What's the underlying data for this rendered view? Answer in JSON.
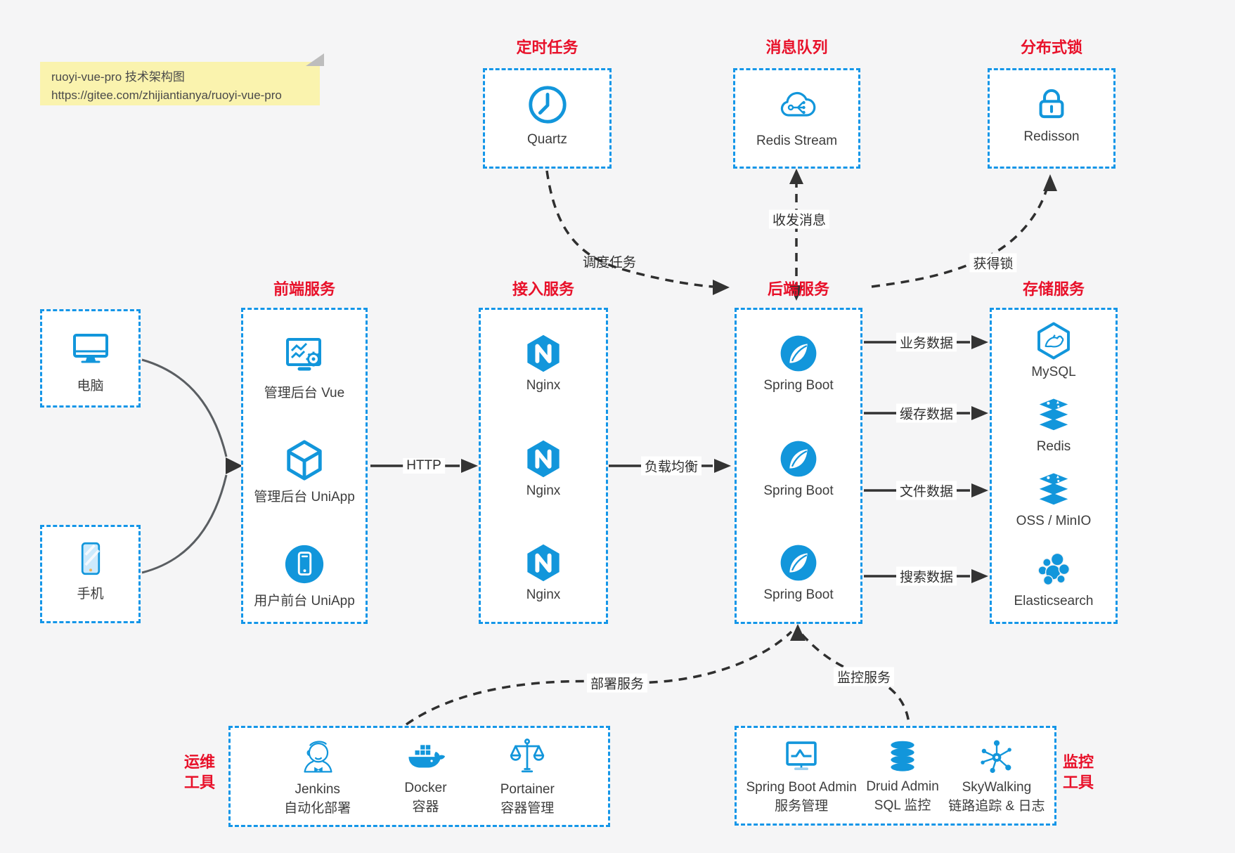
{
  "colors": {
    "accent_blue": "#1296db",
    "border_blue": "#1496e8",
    "title_red": "#e8112a",
    "line_dark": "#333333",
    "note_bg": "#faf3ae",
    "canvas_bg": "#f5f5f6"
  },
  "note": {
    "line1": "ruoyi-vue-pro 技术架构图",
    "line2": "https://gitee.com/zhijiantianya/ruoyi-vue-pro"
  },
  "top_groups": [
    {
      "title": "定时任务",
      "items": [
        {
          "label": "Quartz",
          "icon": "clock-icon"
        }
      ]
    },
    {
      "title": "消息队列",
      "items": [
        {
          "label": "Redis Stream",
          "icon": "cloud-share-icon"
        }
      ]
    },
    {
      "title": "分布式锁",
      "items": [
        {
          "label": "Redisson",
          "icon": "lock-icon"
        }
      ]
    }
  ],
  "clients": {
    "items": [
      {
        "label": "电脑",
        "icon": "desktop-icon"
      },
      {
        "label": "手机",
        "icon": "phone-icon"
      }
    ]
  },
  "main_groups": [
    {
      "title": "前端服务",
      "items": [
        {
          "label": "管理后台 Vue",
          "icon": "admin-vue-icon"
        },
        {
          "label": "管理后台 UniApp",
          "icon": "cube-icon"
        },
        {
          "label": "用户前台 UniApp",
          "icon": "mobile-app-icon"
        }
      ]
    },
    {
      "title": "接入服务",
      "items": [
        {
          "label": "Nginx",
          "icon": "nginx-icon"
        },
        {
          "label": "Nginx",
          "icon": "nginx-icon"
        },
        {
          "label": "Nginx",
          "icon": "nginx-icon"
        }
      ]
    },
    {
      "title": "后端服务",
      "items": [
        {
          "label": "Spring Boot",
          "icon": "spring-boot-icon"
        },
        {
          "label": "Spring Boot",
          "icon": "spring-boot-icon"
        },
        {
          "label": "Spring Boot",
          "icon": "spring-boot-icon"
        }
      ]
    },
    {
      "title": "存储服务",
      "items": [
        {
          "label": "MySQL",
          "icon": "mysql-icon"
        },
        {
          "label": "Redis",
          "icon": "redis-stack-icon"
        },
        {
          "label": "OSS / MinIO",
          "icon": "storage-stack-icon"
        },
        {
          "label": "Elasticsearch",
          "icon": "elasticsearch-icon"
        }
      ]
    }
  ],
  "bottom_groups": [
    {
      "title_line1": "运维",
      "title_line2": "工具",
      "items": [
        {
          "label": "Jenkins",
          "sublabel": "自动化部署",
          "icon": "jenkins-icon"
        },
        {
          "label": "Docker",
          "sublabel": "容器",
          "icon": "docker-icon"
        },
        {
          "label": "Portainer",
          "sublabel": "容器管理",
          "icon": "portainer-icon"
        }
      ]
    },
    {
      "title_line1": "监控",
      "title_line2": "工具",
      "items": [
        {
          "label": "Spring Boot Admin",
          "sublabel": "服务管理",
          "icon": "monitor-chart-icon"
        },
        {
          "label": "Druid Admin",
          "sublabel": "SQL 监控",
          "icon": "database-icon"
        },
        {
          "label": "SkyWalking",
          "sublabel": "链路追踪 & 日志",
          "icon": "skywalking-icon"
        }
      ]
    }
  ],
  "edges": {
    "http": {
      "label": "HTTP"
    },
    "load_balance": {
      "label": "负载均衡"
    },
    "business_data": {
      "label": "业务数据"
    },
    "cache_data": {
      "label": "缓存数据"
    },
    "file_data": {
      "label": "文件数据"
    },
    "search_data": {
      "label": "搜索数据"
    },
    "schedule_task": {
      "label": "调度任务"
    },
    "send_receive_message": {
      "label": "收发消息"
    },
    "acquire_lock": {
      "label": "获得锁"
    },
    "deploy_service": {
      "label": "部署服务"
    },
    "monitor_service": {
      "label": "监控服务"
    }
  }
}
